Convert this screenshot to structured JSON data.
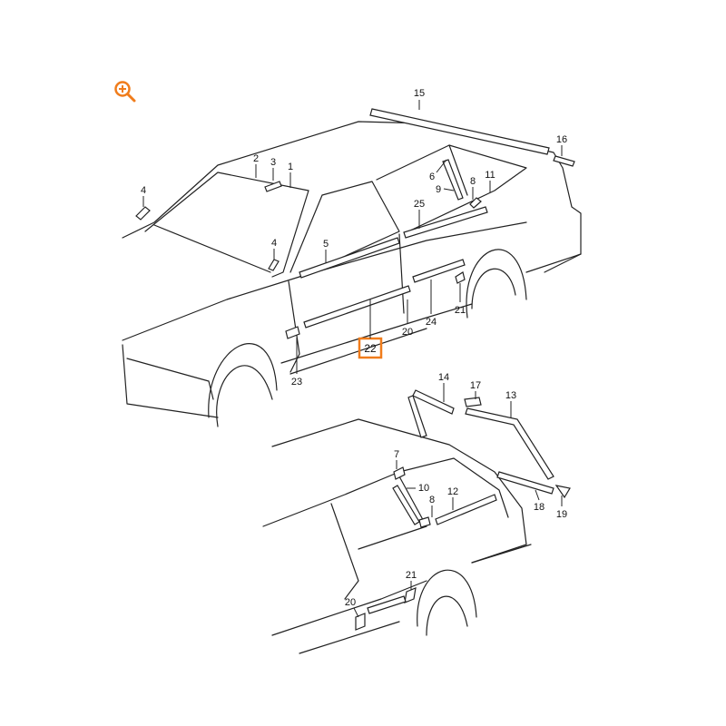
{
  "toolbar": {
    "zoom_icon": "zoom-in-icon"
  },
  "accent_color": "#f07c1b",
  "highlighted_part": "22",
  "upper_view_labels": [
    "15",
    "16",
    "1",
    "2",
    "3",
    "4",
    "4",
    "5",
    "6",
    "9",
    "8",
    "11",
    "25",
    "24",
    "20",
    "21",
    "22",
    "23"
  ],
  "lower_view_labels": [
    "14",
    "17",
    "13",
    "7",
    "10",
    "8",
    "12",
    "18",
    "19",
    "21",
    "20"
  ]
}
